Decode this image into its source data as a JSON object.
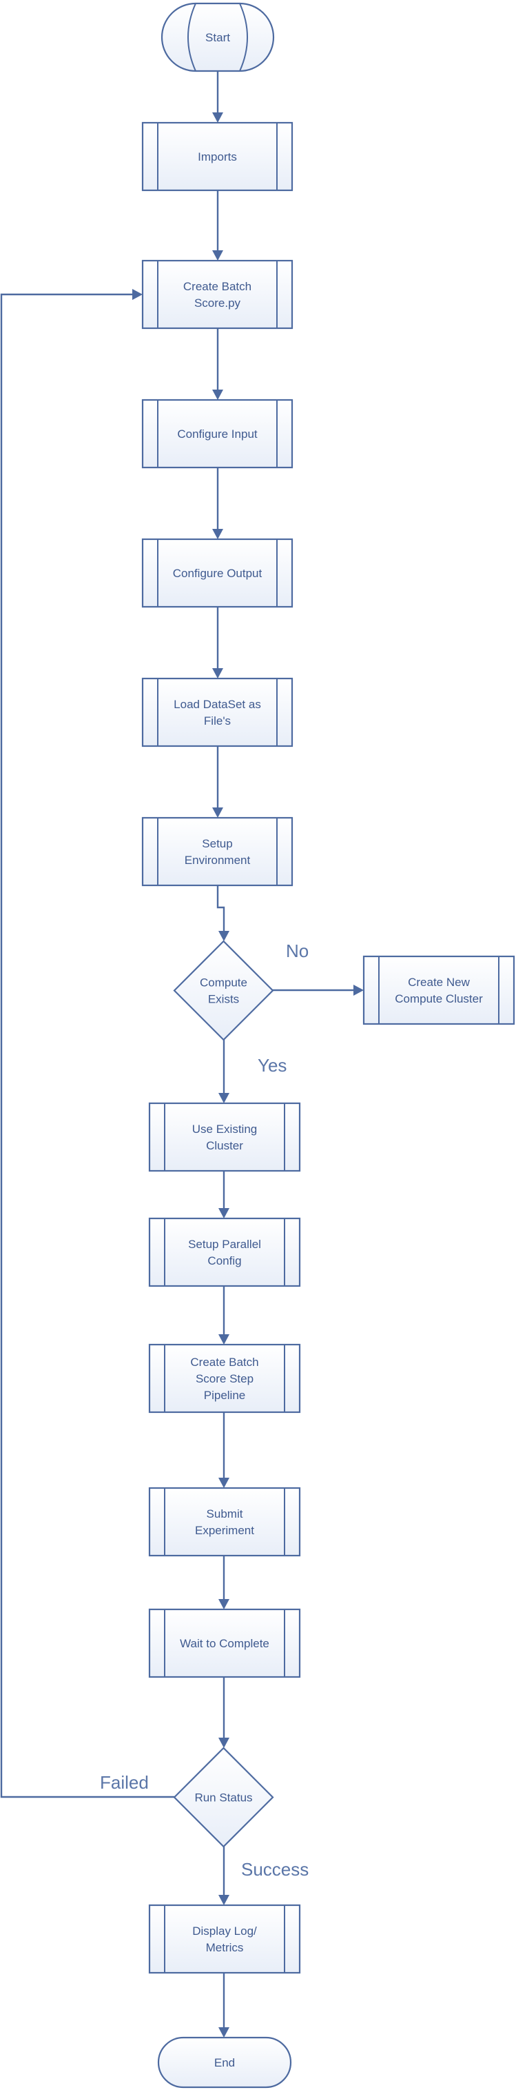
{
  "nodes": {
    "start": {
      "label": [
        "Start"
      ],
      "shape": "terminator"
    },
    "imports": {
      "label": [
        "Imports"
      ],
      "shape": "process"
    },
    "create_batch_score_py": {
      "label": [
        "Create Batch",
        "Score.py"
      ],
      "shape": "process"
    },
    "configure_input": {
      "label": [
        "Configure Input"
      ],
      "shape": "process"
    },
    "configure_output": {
      "label": [
        "Configure Output"
      ],
      "shape": "process"
    },
    "load_dataset": {
      "label": [
        "Load DataSet as",
        "File's"
      ],
      "shape": "process"
    },
    "setup_environment": {
      "label": [
        "Setup",
        "Environment"
      ],
      "shape": "process"
    },
    "compute_exists": {
      "label": [
        "Compute",
        "Exists"
      ],
      "shape": "decision"
    },
    "create_new_cluster": {
      "label": [
        "Create New",
        "Compute Cluster"
      ],
      "shape": "process"
    },
    "use_existing_cluster": {
      "label": [
        "Use Existing",
        "Cluster"
      ],
      "shape": "process"
    },
    "setup_parallel_config": {
      "label": [
        "Setup Parallel",
        "Config"
      ],
      "shape": "process"
    },
    "create_batch_score_step": {
      "label": [
        "Create Batch",
        "Score Step",
        "Pipeline"
      ],
      "shape": "process"
    },
    "submit_experiment": {
      "label": [
        "Submit",
        "Experiment"
      ],
      "shape": "process"
    },
    "wait_to_complete": {
      "label": [
        "Wait to Complete"
      ],
      "shape": "process"
    },
    "run_status": {
      "label": [
        "Run Status"
      ],
      "shape": "decision"
    },
    "display_log_metrics": {
      "label": [
        "Display Log/",
        "Metrics"
      ],
      "shape": "process"
    },
    "end": {
      "label": [
        "End"
      ],
      "shape": "terminator"
    }
  },
  "edges": [
    {
      "from": "start",
      "to": "imports",
      "label": ""
    },
    {
      "from": "imports",
      "to": "create_batch_score_py",
      "label": ""
    },
    {
      "from": "create_batch_score_py",
      "to": "configure_input",
      "label": ""
    },
    {
      "from": "configure_input",
      "to": "configure_output",
      "label": ""
    },
    {
      "from": "configure_output",
      "to": "load_dataset",
      "label": ""
    },
    {
      "from": "load_dataset",
      "to": "setup_environment",
      "label": ""
    },
    {
      "from": "setup_environment",
      "to": "compute_exists",
      "label": ""
    },
    {
      "from": "compute_exists",
      "to": "create_new_cluster",
      "label": "No"
    },
    {
      "from": "compute_exists",
      "to": "use_existing_cluster",
      "label": "Yes"
    },
    {
      "from": "use_existing_cluster",
      "to": "setup_parallel_config",
      "label": ""
    },
    {
      "from": "setup_parallel_config",
      "to": "create_batch_score_step",
      "label": ""
    },
    {
      "from": "create_batch_score_step",
      "to": "submit_experiment",
      "label": ""
    },
    {
      "from": "submit_experiment",
      "to": "wait_to_complete",
      "label": ""
    },
    {
      "from": "wait_to_complete",
      "to": "run_status",
      "label": ""
    },
    {
      "from": "run_status",
      "to": "create_batch_score_py",
      "label": "Failed"
    },
    {
      "from": "run_status",
      "to": "display_log_metrics",
      "label": "Success"
    },
    {
      "from": "display_log_metrics",
      "to": "end",
      "label": ""
    }
  ],
  "colors": {
    "stroke": "#4d6aa0",
    "text": "#3f5a8f",
    "label": "#5b76a8",
    "fill_top": "#ffffff",
    "fill_bottom": "#e8eef8"
  }
}
